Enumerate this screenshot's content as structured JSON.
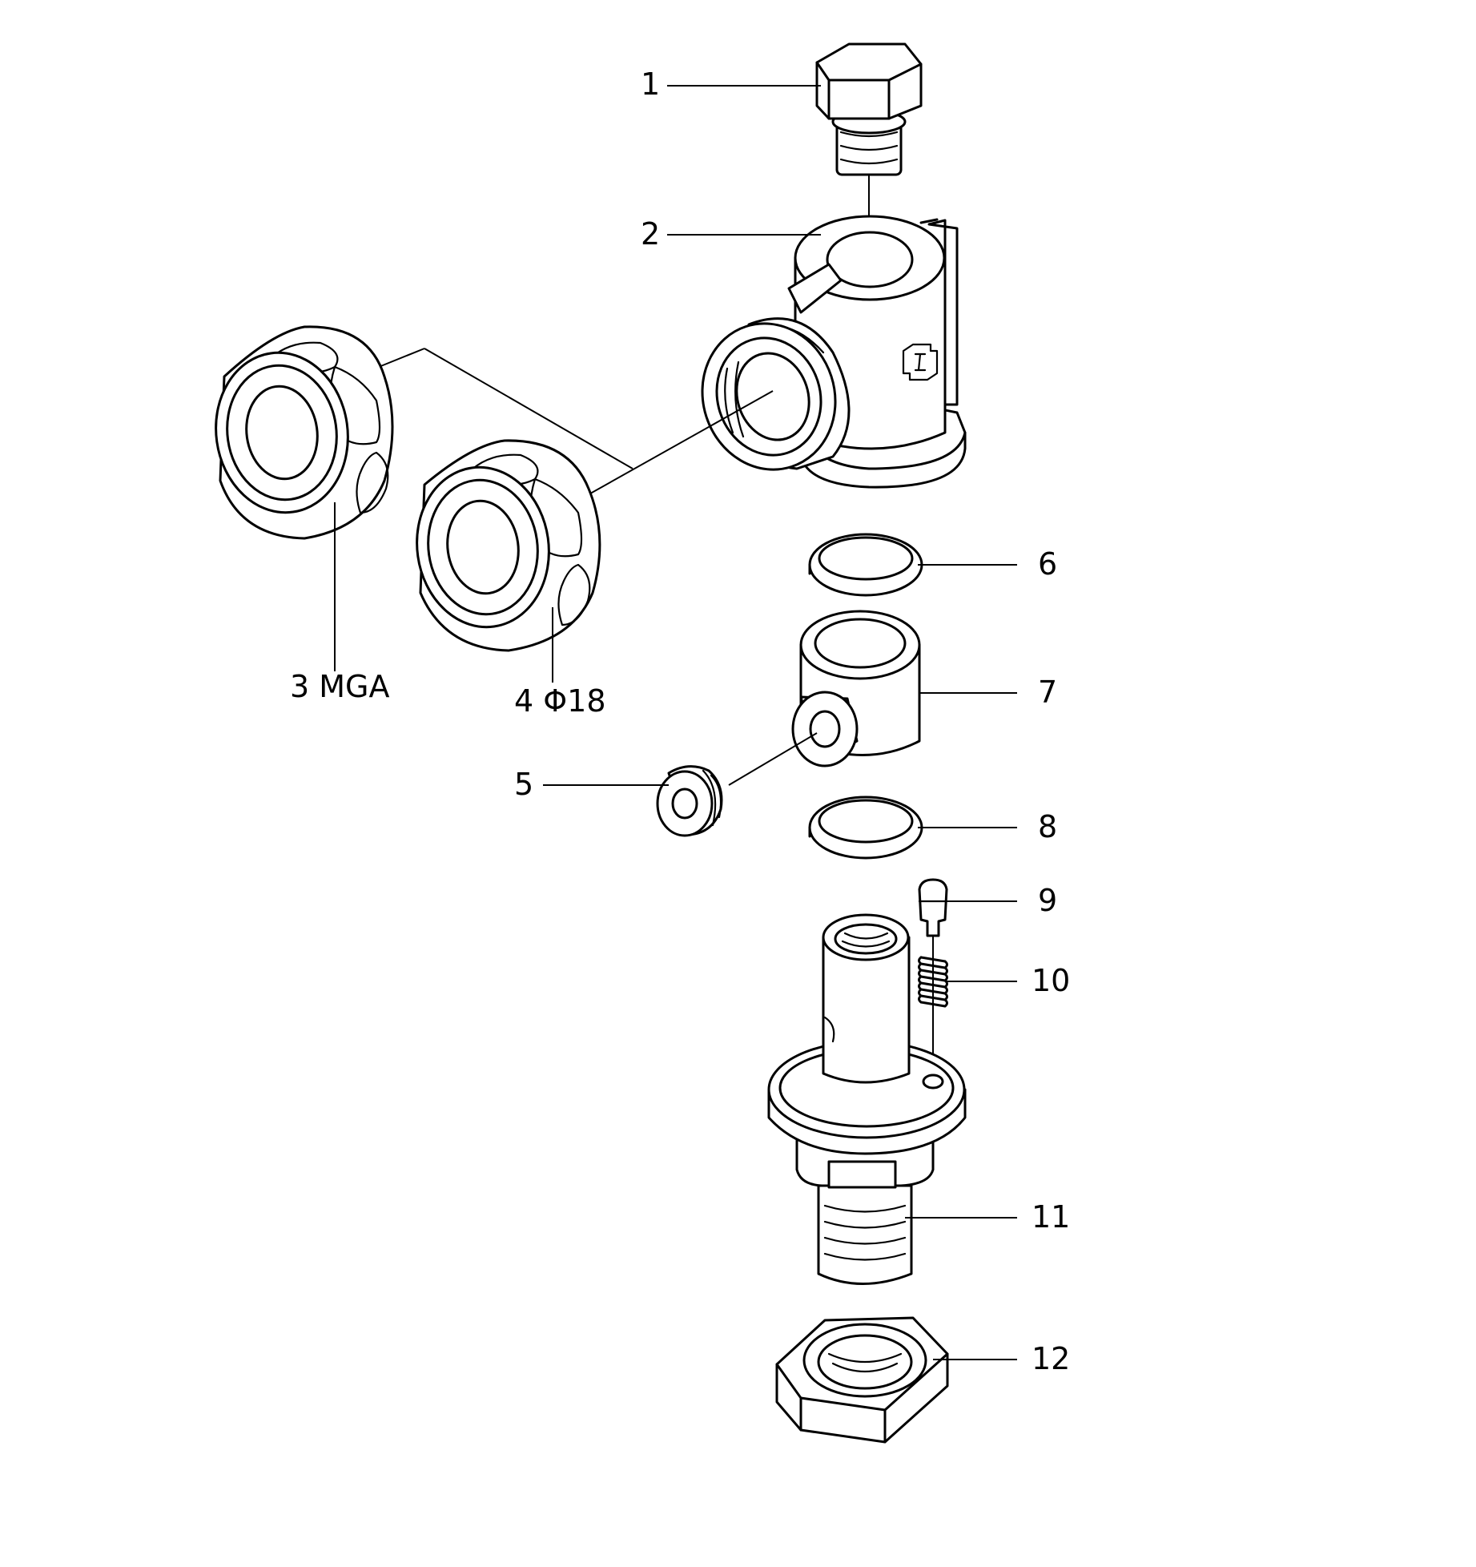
{
  "callouts": [
    {
      "id": "1",
      "text": "1"
    },
    {
      "id": "2",
      "text": "2"
    },
    {
      "id": "3",
      "text": "3 MGA"
    },
    {
      "id": "4",
      "text": "4 Φ18"
    },
    {
      "id": "5",
      "text": "5"
    },
    {
      "id": "6",
      "text": "6"
    },
    {
      "id": "7",
      "text": "7"
    },
    {
      "id": "8",
      "text": "8"
    },
    {
      "id": "9",
      "text": "9"
    },
    {
      "id": "10",
      "text": "10"
    },
    {
      "id": "11",
      "text": "11"
    },
    {
      "id": "12",
      "text": "12"
    }
  ]
}
